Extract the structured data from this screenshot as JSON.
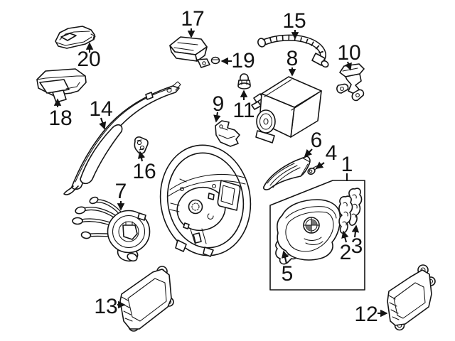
{
  "diagram": {
    "background_color": "#ffffff",
    "line_color": "#141414",
    "callout_count": 20
  },
  "callouts": [
    {
      "label": "1"
    },
    {
      "label": "2"
    },
    {
      "label": "3"
    },
    {
      "label": "4"
    },
    {
      "label": "5"
    },
    {
      "label": "6"
    },
    {
      "label": "7"
    },
    {
      "label": "8"
    },
    {
      "label": "9"
    },
    {
      "label": "10"
    },
    {
      "label": "11"
    },
    {
      "label": "12"
    },
    {
      "label": "13"
    },
    {
      "label": "14"
    },
    {
      "label": "15"
    },
    {
      "label": "16"
    },
    {
      "label": "17"
    },
    {
      "label": "18"
    },
    {
      "label": "19"
    },
    {
      "label": "20"
    }
  ]
}
